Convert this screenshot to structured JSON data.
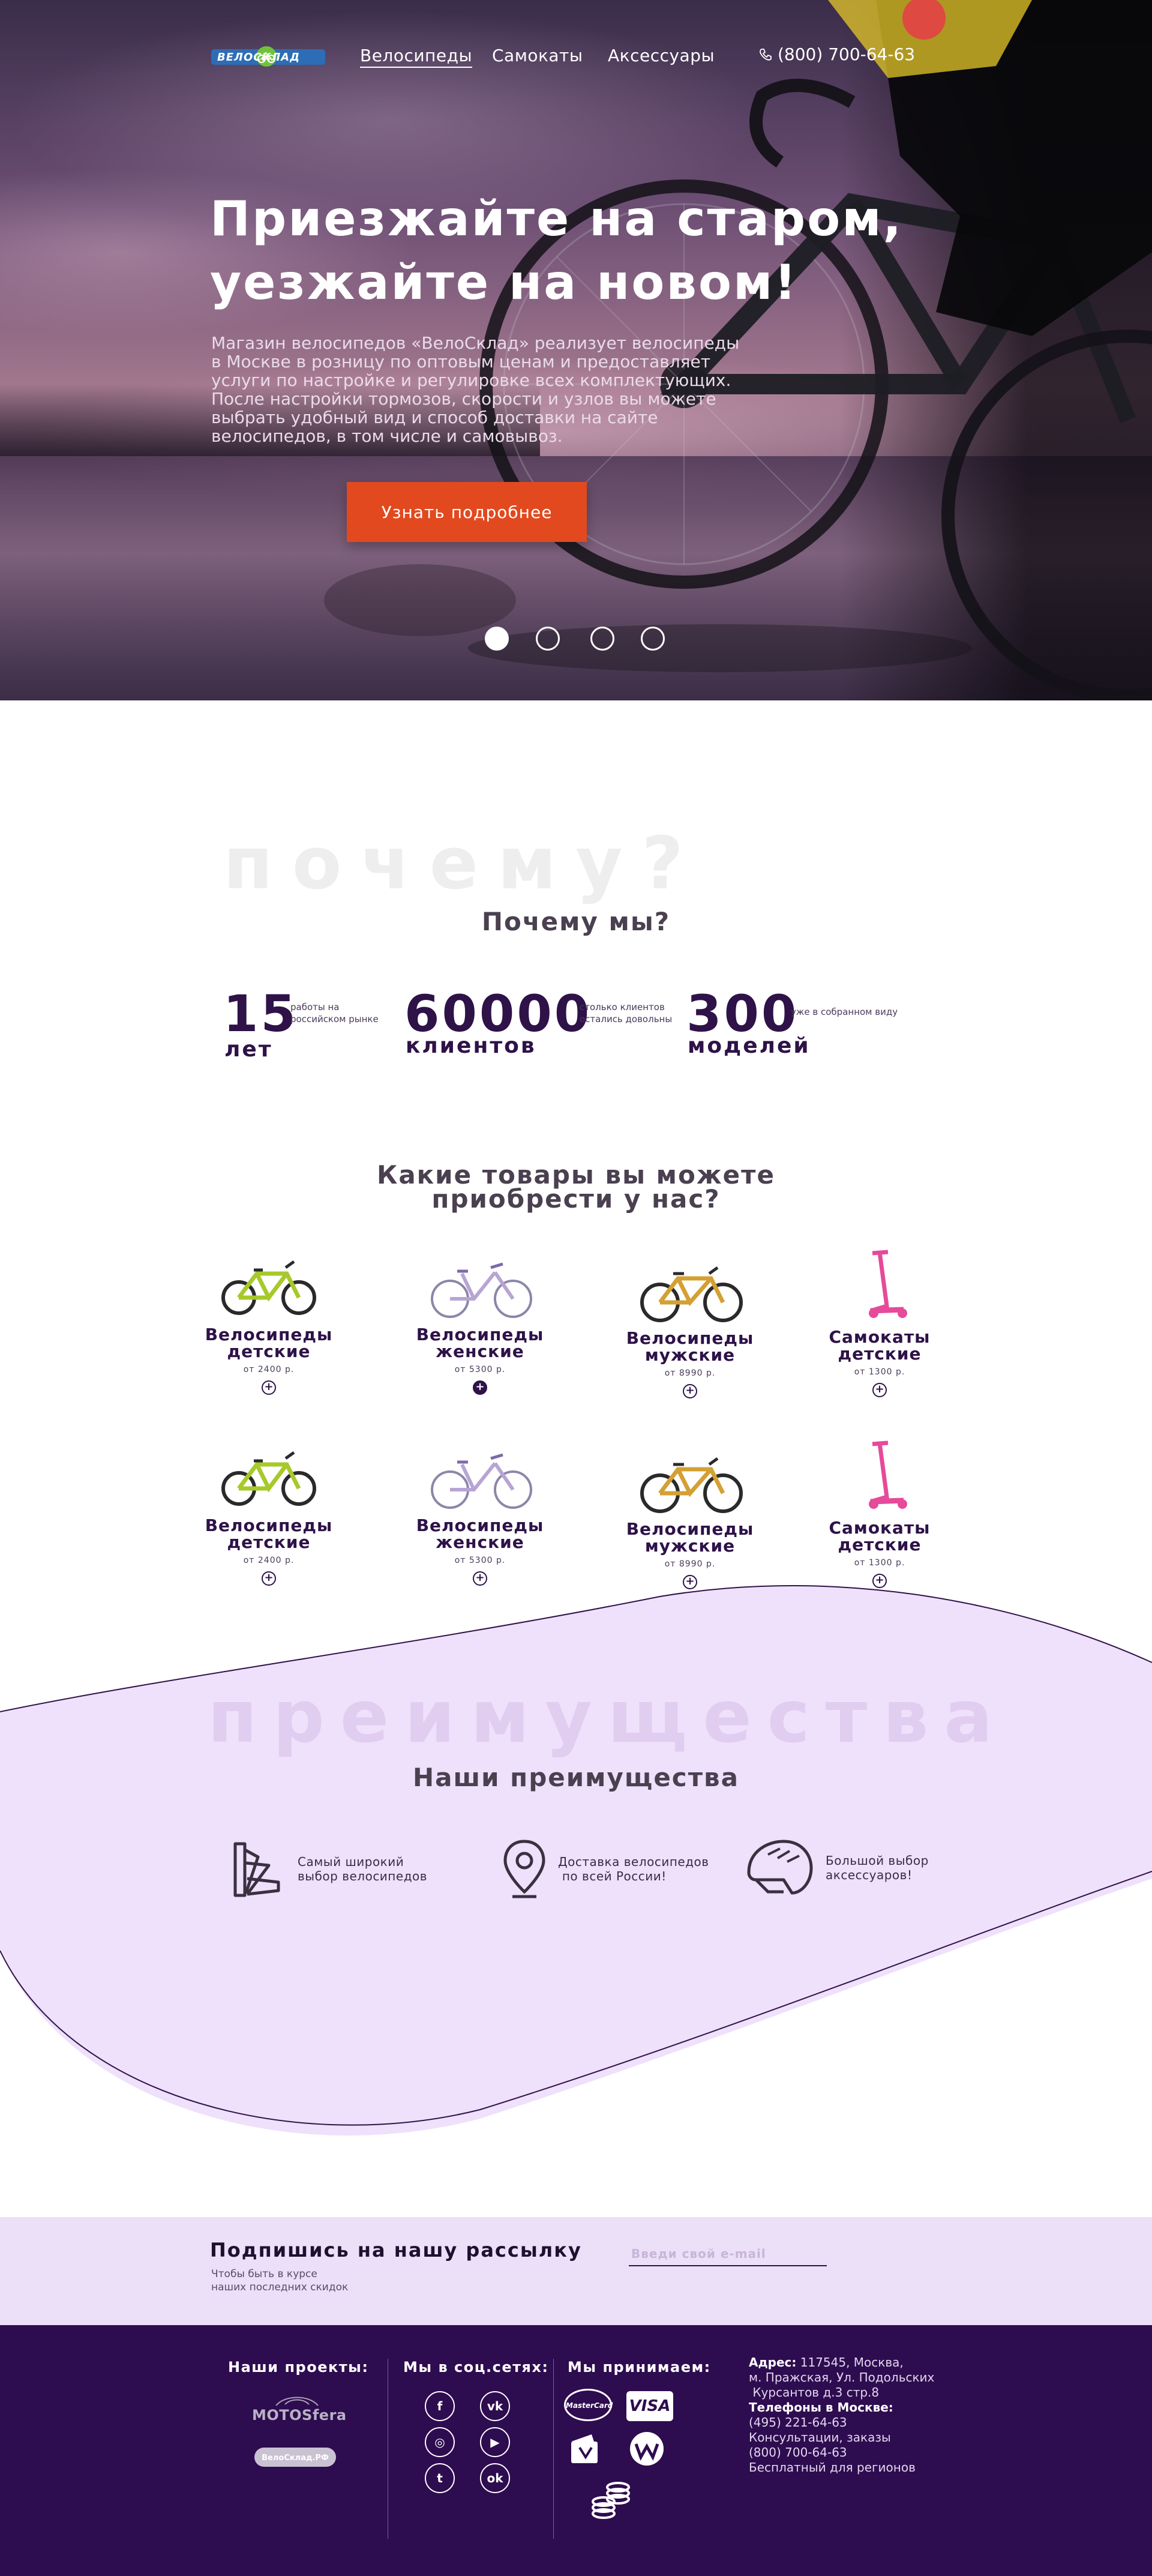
{
  "nav": {
    "logo_text": "ВЕЛОСКЛАД",
    "links": [
      "Велосипеды",
      "Самокаты",
      "Аксессуары"
    ],
    "phone": "(800) 700-64-63"
  },
  "hero": {
    "title_line1": "Приезжайте на старом,",
    "title_line2": "уезжайте на новом!",
    "text": "Магазин велосипедов «ВелоСклад» реализует велосипеды в Москве в розницу по оптовым ценам и предоставляет услуги по настройке и регулировке всех комплектующих. После настройки тормозов, скорости и узлов вы можете выбрать удобный вид и способ доставки на сайте велосипедов, в том числе и самовывоз.",
    "button": "Узнать подробнее",
    "slides": 4,
    "active_slide": 1
  },
  "why": {
    "ghost": "почему?",
    "title": "Почему мы?",
    "stats": [
      {
        "num": "15",
        "unit": "лет",
        "note_line1": "работы на",
        "note_line2": "российском рынке"
      },
      {
        "num": "60000",
        "unit": "клиентов",
        "note_line1": "столько клиентов",
        "note_line2": "остались довольны"
      },
      {
        "num": "300",
        "unit": "моделей",
        "note_line1": "уже в собранном виду",
        "note_line2": ""
      }
    ]
  },
  "products": {
    "title_line1": "Какие товары вы можете",
    "title_line2": "приобрести у нас?",
    "rows": [
      [
        {
          "line1": "Велосипеды",
          "line2": "детские",
          "price": "от 2400 р.",
          "icon": "kids-bike-icon"
        },
        {
          "line1": "Велосипеды",
          "line2": "женские",
          "price": "от 5300 р.",
          "icon": "womens-bike-icon"
        },
        {
          "line1": "Велосипеды",
          "line2": "мужские",
          "price": "от 8990 р.",
          "icon": "mens-bike-icon"
        },
        {
          "line1": "Самокаты",
          "line2": "детские",
          "price": "от 1300 р.",
          "icon": "scooter-icon"
        }
      ],
      [
        {
          "line1": "Велосипеды",
          "line2": "детские",
          "price": "от 2400 р.",
          "icon": "kids-bike-icon"
        },
        {
          "line1": "Велосипеды",
          "line2": "женские",
          "price": "от 5300 р.",
          "icon": "womens-bike-icon"
        },
        {
          "line1": "Велосипеды",
          "line2": "мужские",
          "price": "от 8990 р.",
          "icon": "mens-bike-icon"
        },
        {
          "line1": "Самокаты",
          "line2": "детские",
          "price": "от 1300 р.",
          "icon": "scooter-icon"
        }
      ]
    ]
  },
  "advantages": {
    "ghost": "преимущества",
    "title": "Наши преимущества",
    "items": [
      {
        "line1": "Самый широкий",
        "line2": "выбор велосипедов",
        "icon": "palette-swatch-icon"
      },
      {
        "line1": "Доставка велосипедов",
        "line2": "по всей России!",
        "icon": "map-pin-icon"
      },
      {
        "line1": "Большой выбор",
        "line2": "аксессуаров!",
        "icon": "helmet-icon"
      }
    ]
  },
  "subscribe": {
    "title": "Подпишись на нашу рассылку",
    "text_line1": "Чтобы быть в курсе",
    "text_line2": "наших последних скидок",
    "placeholder": "Введи свой e-mail"
  },
  "footer": {
    "projects_title": "Наши проекты:",
    "project1": "MOTOSfera",
    "project2": "ВелоСклад.РФ",
    "social_title": "Мы в соц.сетях:",
    "social": [
      {
        "name": "facebook-icon",
        "glyph": "f"
      },
      {
        "name": "vk-icon",
        "glyph": "vk"
      },
      {
        "name": "instagram-icon",
        "glyph": "◎"
      },
      {
        "name": "youtube-icon",
        "glyph": "▶"
      },
      {
        "name": "twitter-icon",
        "glyph": "t"
      },
      {
        "name": "odnoklassniki-icon",
        "glyph": "ok"
      }
    ],
    "pay_title": "Мы принимаем:",
    "pay_mastercard": "MasterCard",
    "pay_visa": "VISA",
    "address_label": "Адрес:",
    "address_value": "117545, Москва,",
    "address_line2": "м. Пражская, Ул. Подольских",
    "address_line3": "Курсантов д.3 стр.8",
    "phones_label": "Телефоны в Москве:",
    "phone1": "(495) 221-64-63",
    "phone1_note": "Консультации, заказы",
    "phone2": "(800) 700-64-63",
    "phone2_note": "Бесплатный для регионов"
  },
  "colors": {
    "accent": "#e2491f",
    "brand_dark": "#2e0c50",
    "lavender": "#ecdff8"
  }
}
